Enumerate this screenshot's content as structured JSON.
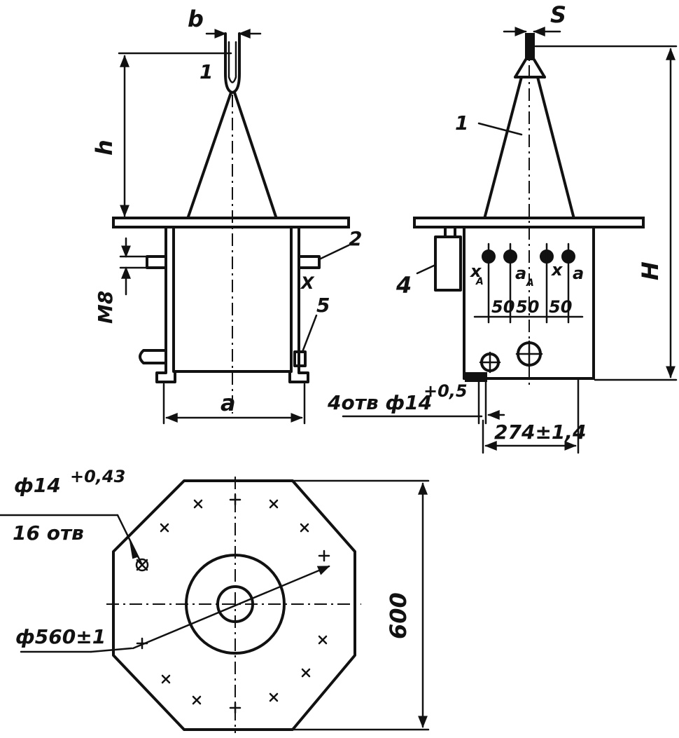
{
  "front_view": {
    "dim_b": "b",
    "dim_h": "h",
    "dim_a": "a",
    "dim_m8": "M8",
    "label_1": "1",
    "label_2": "2",
    "label_x": "X",
    "label_5": "5"
  },
  "side_view": {
    "dim_s": "S",
    "dim_H": "H",
    "label_1": "1",
    "label_4": "4",
    "terminals": [
      "x",
      "a",
      "x",
      "a"
    ],
    "terminal_subscripts": [
      "A",
      "A",
      "",
      ""
    ],
    "spacing": [
      "50",
      "50",
      "50"
    ],
    "holes_note": "4отв ф14",
    "holes_tol": "+0,5",
    "dim_274": "274±1,4"
  },
  "top_view": {
    "hole_dia": "ф14",
    "hole_tol": "+0,43",
    "hole_count": "16 отв",
    "circle_dia": "ф560±1",
    "dim_600": "600"
  }
}
